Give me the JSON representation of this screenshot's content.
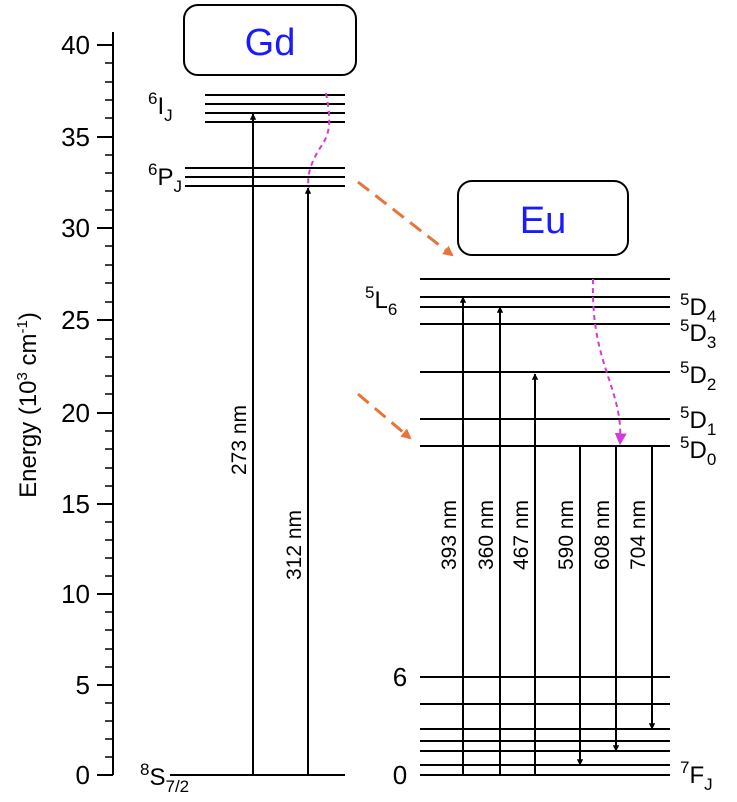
{
  "axis": {
    "title": "Energy (10",
    "title_sup": "3",
    "title_unit": " cm",
    "title_unit_sup": "-1",
    "title_close": ")",
    "ticks": [
      "0",
      "5",
      "10",
      "15",
      "20",
      "25",
      "30",
      "35",
      "40"
    ]
  },
  "gd": {
    "box_label": "Gd",
    "ground": {
      "sup": "8",
      "main": "S",
      "sub": "7/2"
    },
    "state_p": {
      "sup": "6",
      "main": "P",
      "sub": "J"
    },
    "state_i": {
      "sup": "6",
      "main": "I",
      "sub": "J"
    },
    "wl_273": "273 nm",
    "wl_312": "312 nm"
  },
  "eu": {
    "box_label": "Eu",
    "left_label_6": "6",
    "left_label_0": "0",
    "l6": {
      "sup": "5",
      "main": "L",
      "sub": "6"
    },
    "d4": {
      "sup": "5",
      "main": "D",
      "sub": "4"
    },
    "d3": {
      "sup": "5",
      "main": "D",
      "sub": "3"
    },
    "d2": {
      "sup": "5",
      "main": "D",
      "sub": "2"
    },
    "d1": {
      "sup": "5",
      "main": "D",
      "sub": "1"
    },
    "d0": {
      "sup": "5",
      "main": "D",
      "sub": "0"
    },
    "fj": {
      "sup": "7",
      "main": "F",
      "sub": "J"
    },
    "wl_393": "393 nm",
    "wl_360": "360 nm",
    "wl_467": "467 nm",
    "wl_590": "590 nm",
    "wl_608": "608 nm",
    "wl_704": "704 nm"
  },
  "colors": {
    "transfer_arrow": "#e8743a",
    "relaxation": "#d63ad6",
    "box_text": "#1a1aff"
  }
}
